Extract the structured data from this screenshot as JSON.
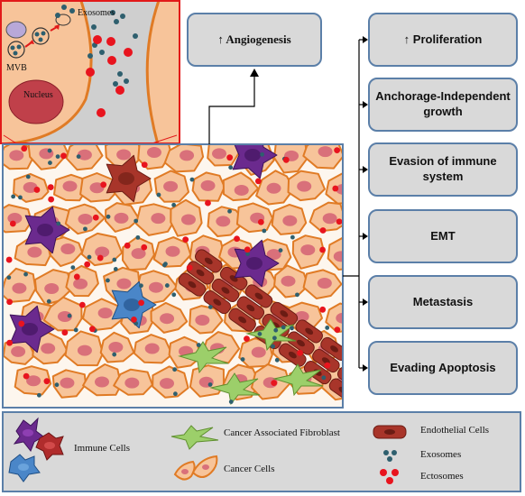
{
  "inset": {
    "mvb_label": "MVB",
    "nucleus_label": "Nucleus",
    "exosomes_label": "Exosomes"
  },
  "angiogenesis": "↑ Angiogenesis",
  "effects": [
    "↑ Proliferation",
    "Anchorage-Independent growth",
    "Evasion of immune system",
    "EMT",
    "Metastasis",
    "Evading Apoptosis"
  ],
  "legend": {
    "immune": "Immune Cells",
    "caf": "Cancer Associated Fibroblast",
    "cancer": "Cancer Cells",
    "endothelial": "Endothelial Cells",
    "exosomes": "Exosomes",
    "ectosomes": "Ectosomes"
  },
  "colors": {
    "box_fill": "#d9d9d9",
    "box_border": "#5b7fa8",
    "cancer_cell": "#f7c49a",
    "cancer_border": "#e07b25",
    "nucleus": "#d9707a",
    "immune_purple": "#6b2a8e",
    "immune_blue": "#4a86c8",
    "endothelial": "#a8352a",
    "fibroblast": "#9ccf6a",
    "exosome": "#2e5f6e",
    "ectosome": "#e8141e"
  }
}
